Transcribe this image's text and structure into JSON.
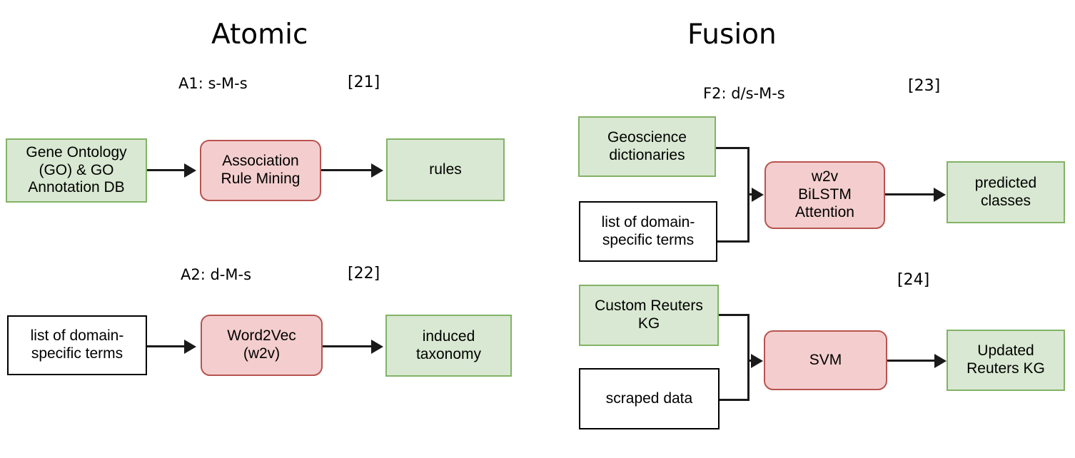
{
  "figure": {
    "columns": [
      {
        "id": "atomic",
        "title": "Atomic"
      },
      {
        "id": "fusion",
        "title": "Fusion"
      }
    ]
  },
  "pipelines": [
    {
      "id": "A1",
      "pattern_label": "A1: s-M-s",
      "citation": "[21]",
      "inputs": [
        {
          "label": "Gene Ontology\n(GO) & GO\nAnnotation DB",
          "style": "green"
        }
      ],
      "method": {
        "label": "Association\nRule Mining",
        "style": "pink"
      },
      "output": {
        "label": "rules",
        "style": "green"
      }
    },
    {
      "id": "A2",
      "pattern_label": "A2: d-M-s",
      "citation": "[22]",
      "inputs": [
        {
          "label": "list of domain-\nspecific terms",
          "style": "white"
        }
      ],
      "method": {
        "label": "Word2Vec\n(w2v)",
        "style": "pink"
      },
      "output": {
        "label": "induced\ntaxonomy",
        "style": "green"
      }
    },
    {
      "id": "F2",
      "pattern_label": "F2: d/s-M-s",
      "citation": "[23]",
      "inputs": [
        {
          "label": "Geoscience\ndictionaries",
          "style": "green"
        },
        {
          "label": "list of domain-\nspecific terms",
          "style": "white"
        }
      ],
      "method": {
        "label": "w2v\nBiLSTM\nAttention",
        "style": "pink"
      },
      "output": {
        "label": "predicted\nclasses",
        "style": "green"
      }
    },
    {
      "id": "F3",
      "pattern_label": "",
      "citation": "[24]",
      "inputs": [
        {
          "label": "Custom Reuters\nKG",
          "style": "green"
        },
        {
          "label": "scraped data",
          "style": "white"
        }
      ],
      "method": {
        "label": "SVM",
        "style": "pink"
      },
      "output": {
        "label": "Updated\nReuters KG",
        "style": "green"
      }
    }
  ],
  "colors": {
    "green_fill": "#d9e8d2",
    "green_stroke": "#82b366",
    "pink_fill": "#f4cece",
    "pink_stroke": "#b85450",
    "white_fill": "#ffffff",
    "black_stroke": "#000000",
    "connector": "#1a1a1a",
    "background": "#ffffff",
    "text": "#000000"
  }
}
